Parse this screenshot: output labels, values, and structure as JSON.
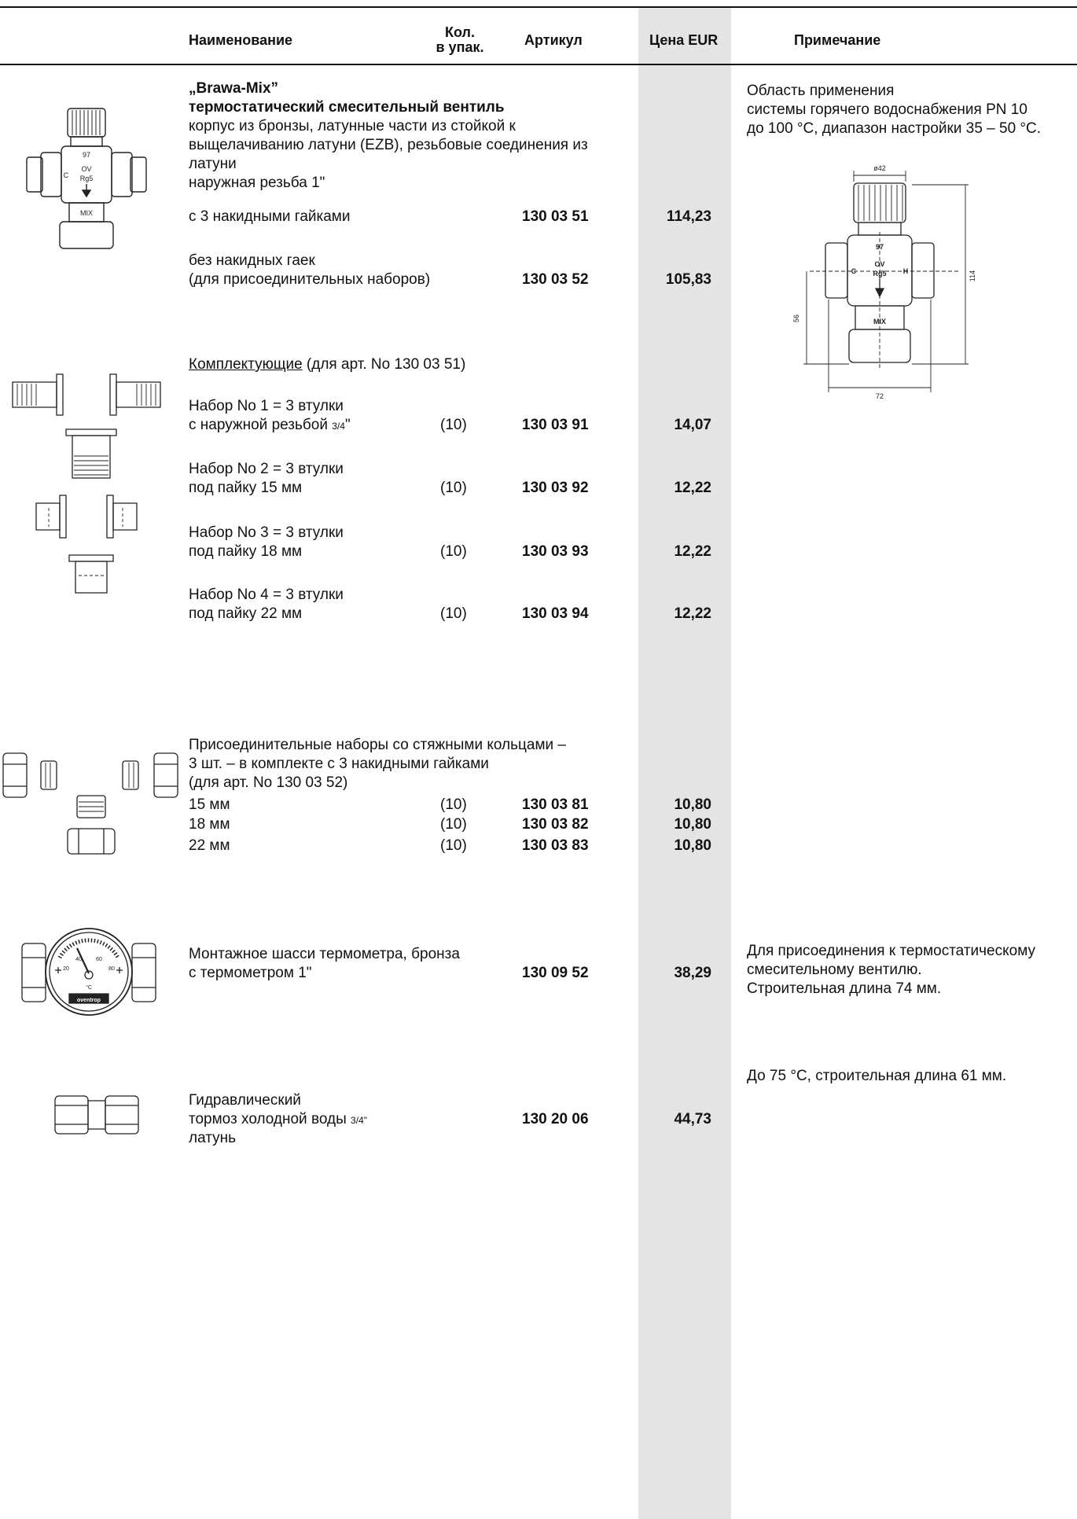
{
  "header": {
    "name": "Наименование",
    "qty_line1": "Кол.",
    "qty_line2": "в упак.",
    "article": "Артикул",
    "price": "Цена EUR",
    "note": "Примечание"
  },
  "brawa": {
    "title1": "„Brawa-Mix”",
    "title2": "термостатический смесительный вентиль",
    "desc1": "корпус из бронзы, латунные части из стойкой к",
    "desc2": "выщелачиванию латуни (EZB), резьбовые соединения из",
    "desc3": "латуни",
    "desc4": "наружная резьба 1\"",
    "row1_label": "с 3 накидными гайками",
    "row1_article": "130 03 51",
    "row1_price": "114,23",
    "row2_label1": "без накидных гаек",
    "row2_label2": "(для присоединительных наборов)",
    "row2_article": "130 03 52",
    "row2_price": "105,83",
    "note1": "Область применения",
    "note2": "системы горячего водоснабжения PN 10",
    "note3": "до 100 °C, диапазон настройки 35 – 50 °C.",
    "valve_marks": [
      "97",
      "OV",
      "Rg5",
      "MIX",
      "C",
      "H"
    ],
    "dim_labels": [
      "ø42",
      "114",
      "56",
      "72"
    ]
  },
  "accessories": {
    "heading_link": "Комплектующие",
    "heading_rest": " (для арт. No 130 03 51)",
    "sets": [
      {
        "line1": "Набор No 1 = 3 втулки",
        "line2": "с наружной резьбой ",
        "frac": "3/4",
        "qty": "(10)",
        "article": "130 03 91",
        "price": "14,07"
      },
      {
        "line1": "Набор No 2 = 3 втулки",
        "line2": "под пайку 15 мм",
        "frac": "",
        "qty": "(10)",
        "article": "130 03 92",
        "price": "12,22"
      },
      {
        "line1": "Набор No 3 = 3 втулки",
        "line2": "под пайку 18 мм",
        "frac": "",
        "qty": "(10)",
        "article": "130 03 93",
        "price": "12,22"
      },
      {
        "line1": "Набор No 4 = 3 втулки",
        "line2": "под пайку 22 мм",
        "frac": "",
        "qty": "(10)",
        "article": "130 03 94",
        "price": "12,22"
      }
    ]
  },
  "compression": {
    "line1": "Присоединительные наборы со стяжными кольцами –",
    "line2": "3 шт. – в комплекте с 3 накидными гайками",
    "line3": "(для арт. No 130 03 52)",
    "rows": [
      {
        "size": "15 мм",
        "qty": "(10)",
        "article": "130 03 81",
        "price": "10,80"
      },
      {
        "size": "18 мм",
        "qty": "(10)",
        "article": "130 03 82",
        "price": "10,80"
      },
      {
        "size": "22 мм",
        "qty": "(10)",
        "article": "130 03 83",
        "price": "10,80"
      }
    ]
  },
  "thermometer": {
    "line1": "Монтажное шасси термометра, бронза",
    "line2": "с термометром  1\"",
    "article": "130 09 52",
    "price": "38,29",
    "note1": "Для присоединения к термостатическому",
    "note2": "смесительному вентилю.",
    "note3": "Строительная длина 74 мм.",
    "dial_ticks": [
      "20",
      "40",
      "60",
      "80"
    ],
    "dial_unit": "°C",
    "brand": "oventrop"
  },
  "brake": {
    "line1": "Гидравлический",
    "line2": "тормоз холодной воды ",
    "frac": "3/4\"",
    "line3": "латунь",
    "article": "130 20 06",
    "price": "44,73",
    "note": "До 75 °C, строительная длина 61 мм."
  }
}
